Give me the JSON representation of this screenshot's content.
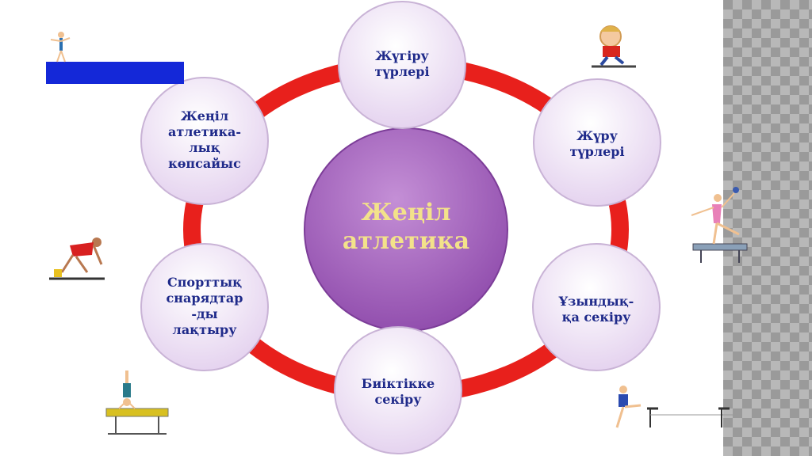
{
  "diagram": {
    "center": {
      "lines": [
        "Жеңіл",
        "атлетика"
      ]
    },
    "nodes": [
      {
        "id": "running-types",
        "lines": [
          "Жүгіру",
          "түрлері"
        ]
      },
      {
        "id": "walking-types",
        "lines": [
          "Жүру",
          "түрлері"
        ]
      },
      {
        "id": "long-jump",
        "lines": [
          "Ұзындық-",
          "қа секіру"
        ]
      },
      {
        "id": "high-jump",
        "lines": [
          "Биіктікке",
          "секіру"
        ]
      },
      {
        "id": "throwing",
        "lines": [
          "Спорттық",
          "снарядтар",
          "-ды",
          "лақтыру"
        ]
      },
      {
        "id": "multi-event",
        "lines": [
          "Жеңіл",
          "атлетика-",
          "лық",
          "көпсайыс"
        ]
      }
    ]
  },
  "colors": {
    "ring": "#e8201c",
    "node_fill": "#ecdff2",
    "node_stroke": "#c9b3d6",
    "center_fill": "#9a58b4",
    "node_text": "#1f2a8a",
    "center_text": "#f3e28a"
  },
  "decorations": [
    "diver-icon",
    "child-running-icon",
    "gymnast-beam-icon",
    "sprinter-start-icon",
    "handstand-beam-icon",
    "hurdler-icon"
  ]
}
